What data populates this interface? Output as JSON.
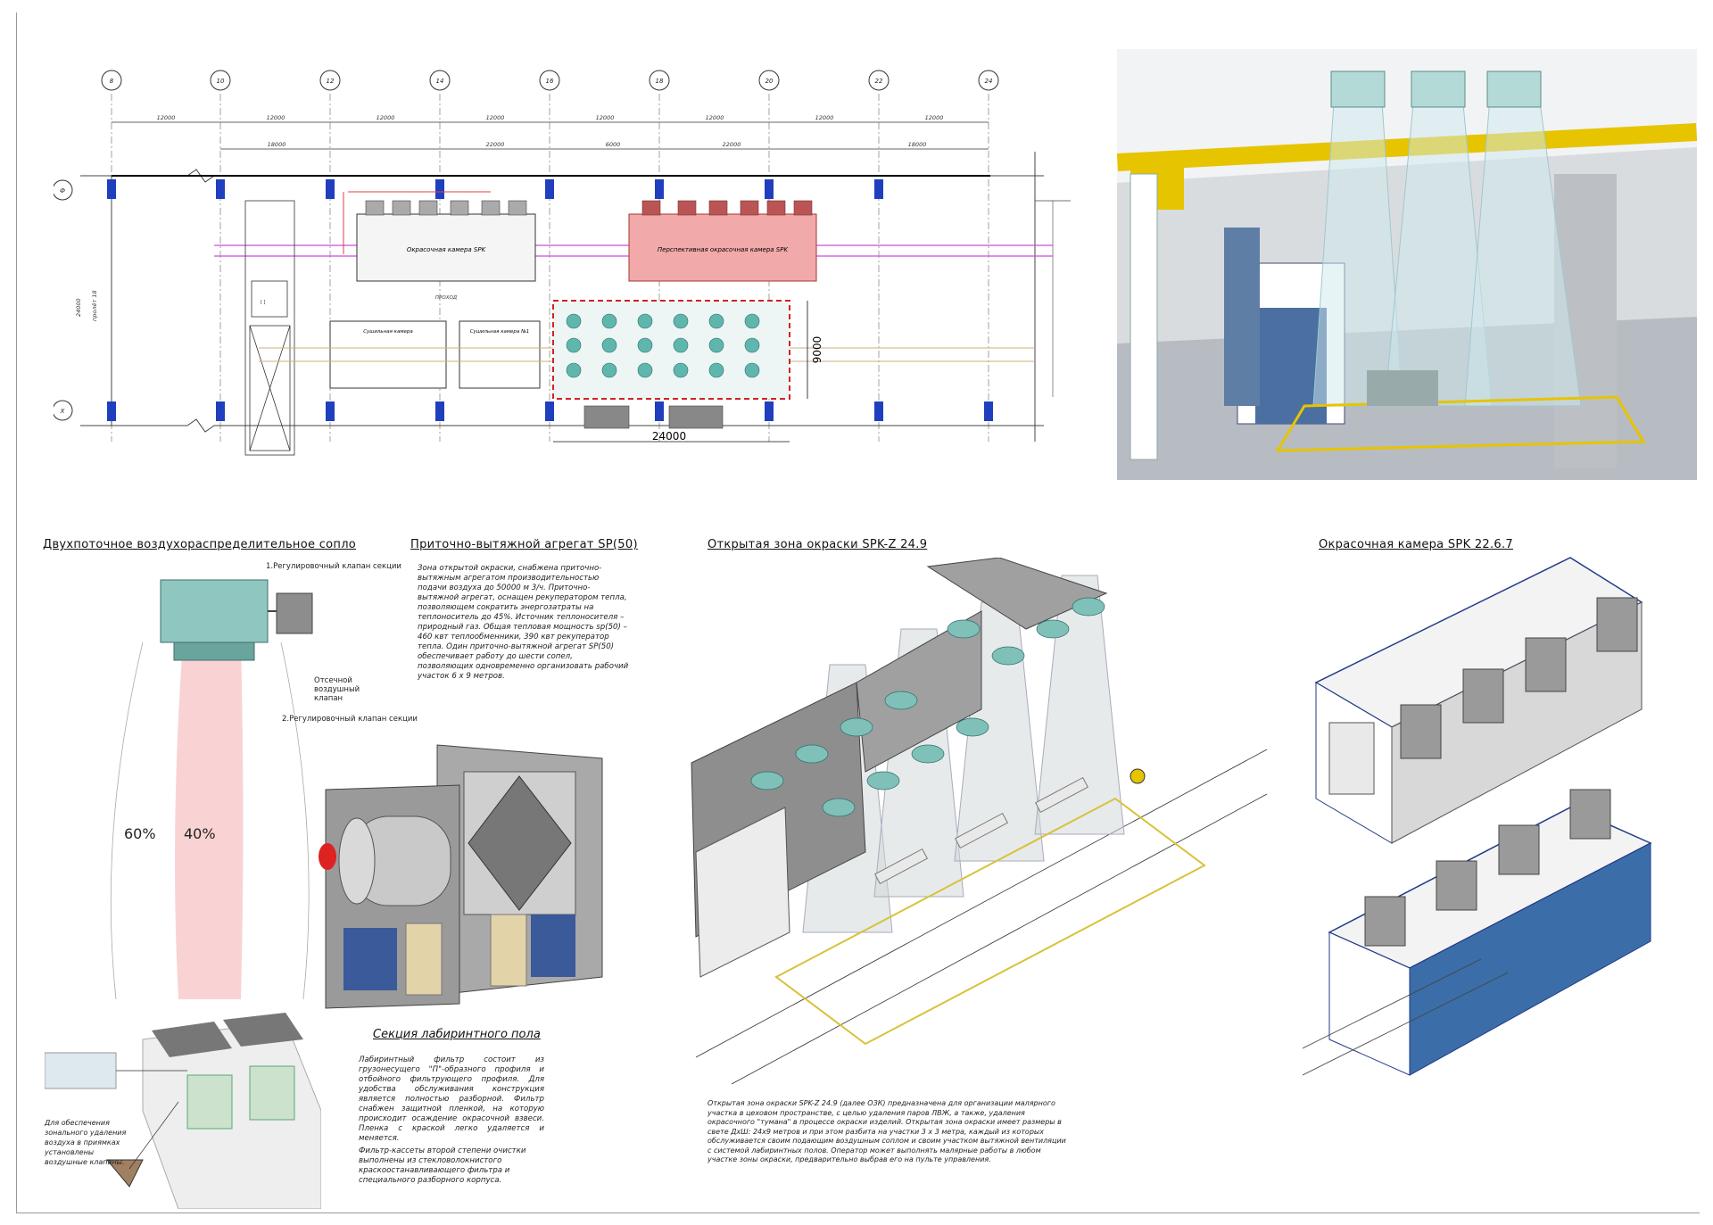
{
  "plan": {
    "axis_labels": [
      "8",
      "10",
      "12",
      "14",
      "16",
      "18",
      "20",
      "22",
      "24"
    ],
    "row_labels": [
      "Ф",
      "Х"
    ],
    "bay_dims": [
      "12000",
      "12000",
      "12000",
      "12000",
      "12000",
      "12000",
      "12000",
      "12000"
    ],
    "span_dims": [
      "18000",
      "22000",
      "6000",
      "22000",
      "18000"
    ],
    "vertical_dims": [
      "24000",
      "пролёт 18"
    ],
    "booth1_label": "Окрасочная камера SPK",
    "booth2_label": "Перспективная окрасочная камера SPK",
    "passage_label": "ПРОХОД",
    "dryer_label": "Сушильная камера",
    "wash_label": "Сушильная камера №1",
    "zone_dim_width": "24000",
    "zone_dim_depth": "9000",
    "colors": {
      "booth2_fill": "#f1a9a9",
      "zone_border": "#d22222",
      "duct": "#c84fd8",
      "fan_teal": "#5fb6ad"
    }
  },
  "sections": {
    "nozzle_title": "Двухпоточное воздухораспределительное сопло",
    "nozzle_valve1": "1.Регулировочный клапан секции",
    "nozzle_cutoff": "Отсечной воздушный клапан",
    "nozzle_valve2": "2.Регулировочный клапан секции",
    "pct_left": "60%",
    "pct_right": "40%",
    "nozzle_note": "Для обеспечения зонального удаления воздуха в приямках установлены воздушные клапаны.",
    "ahu_title": "Приточно-вытяжной агрегат SP(50)",
    "ahu_text": "Зона открытой окраски, снабжена приточно-вытяжным агрегатом производительностью подачи воздуха до 50000 м 3/ч. Приточно- вытяжной агрегат, оснащен рекуператором тепла, позволяющем сократить энергозатраты на теплоноситель до 45%. Источник теплоносителя – природный газ. Общая тепловая мощность sp(50) – 460 квт теплообменники, 390 квт рекуператор тепла. Один приточно-вытяжной агрегат SP(50) обеспечивает работу до шести сопел, позволяющих одновременно организовать рабочий участок 6 х 9 метров.",
    "floor_title": "Секция лабиринтного пола",
    "floor_text1": "Лабиринтный фильтр состоит из грузонесущего \"П\"-образного профиля и отбойного фильтрующего профиля. Для удобства обслуживания конструкция является полностью разборной. Фильтр снабжен защитной пленкой, на которую происходит осаждение окрасочной взвеси. Пленка с краской легко удаляется и меняется.",
    "floor_text2": "Фильтр-кассеты второй степени очистки выполнены из стекловолокнистого краскоостанавливающего фильтра и специального разборного корпуса.",
    "zone_title": "Открытая зона окраски SPK-Z 24.9",
    "zone_text": "Открытая зона окраски SPK-Z 24.9 (далее ОЗК) предназначена для организации малярного участка в цеховом пространстве, с целью удаления паров ЛВЖ, а также, удаления окрасочного \"тумана\" в процессе окраски изделий. Открытая зона окраски имеет размеры в свете ДхШ: 24х9 метров и при этом разбита на участки 3 х 3 метра, каждый из которых обслуживается своим подающим воздушным соплом и своим участком вытяжной вентиляции с системой лабиринтных полов. Оператор может выполнять малярные работы в любом участке зоны окраски, предварительно выбрав его на пульте управления.",
    "booth_title": "Окрасочная камера SPK 22.6.7"
  }
}
